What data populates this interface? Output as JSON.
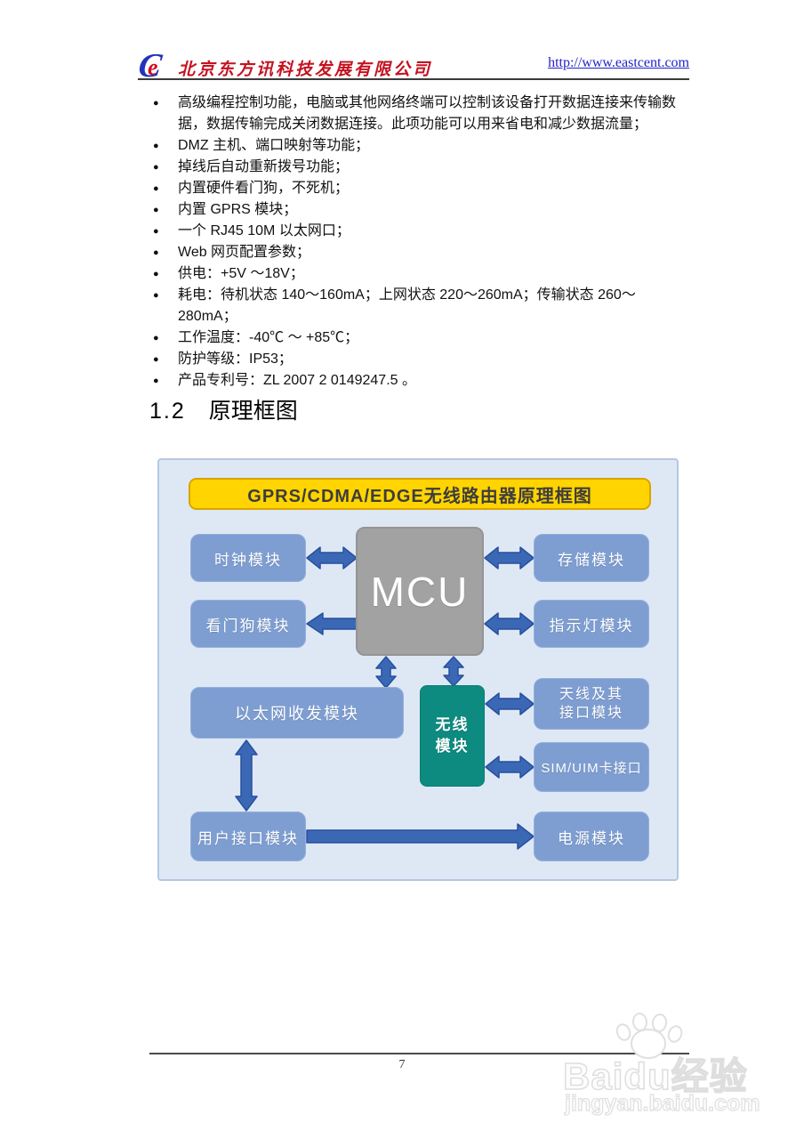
{
  "header": {
    "logo_letter": "e",
    "company": "北京东方讯科技发展有限公司",
    "url": "http://www.eastcent.com"
  },
  "features": [
    "高级编程控制功能，电脑或其他网络终端可以控制该设备打开数据连接来传输数据，数据传输完成关闭数据连接。此项功能可以用来省电和减少数据流量；",
    "DMZ 主机、端口映射等功能；",
    "掉线后自动重新拨号功能；",
    "内置硬件看门狗，不死机；",
    "内置 GPRS 模块；",
    "一个 RJ45  10M 以太网口；",
    "Web 网页配置参数；",
    "供电：+5V ～18V；",
    "耗电：待机状态 140～160mA；上网状态 220～260mA；传输状态 260～280mA；",
    "工作温度：-40℃ ～ +85℃；",
    "防护等级：IP53；",
    "产品专利号：ZL 2007 2 0149247.5 。"
  ],
  "section": {
    "number": "1.2",
    "title": "原理框图"
  },
  "diagram": {
    "title": "GPRS/CDMA/EDGE无线路由器原理框图",
    "mcu": "MCU",
    "clock": "时钟模块",
    "watchdog": "看门狗模块",
    "storage": "存储模块",
    "indicator": "指示灯模块",
    "ethernet": "以太网收发模块",
    "wireless_line1": "无线",
    "wireless_line2": "模块",
    "antenna_line1": "天线及其",
    "antenna_line2": "接口模块",
    "sim": "SIM/UIM卡接口",
    "user": "用户接口模块",
    "power": "电源模块",
    "colors": {
      "panel_bg": "#dee8f5",
      "module_box": "#7e9ed2",
      "mcu_box": "#a2a2a2",
      "wireless_box": "#0e8b80",
      "banner_bg": "#ffd400",
      "arrow": "#3b68b4"
    }
  },
  "footer": {
    "page_number": "7"
  },
  "watermark": {
    "brand": "Baidu",
    "suffix": "经验",
    "domain": "jingyan.baidu.com"
  }
}
